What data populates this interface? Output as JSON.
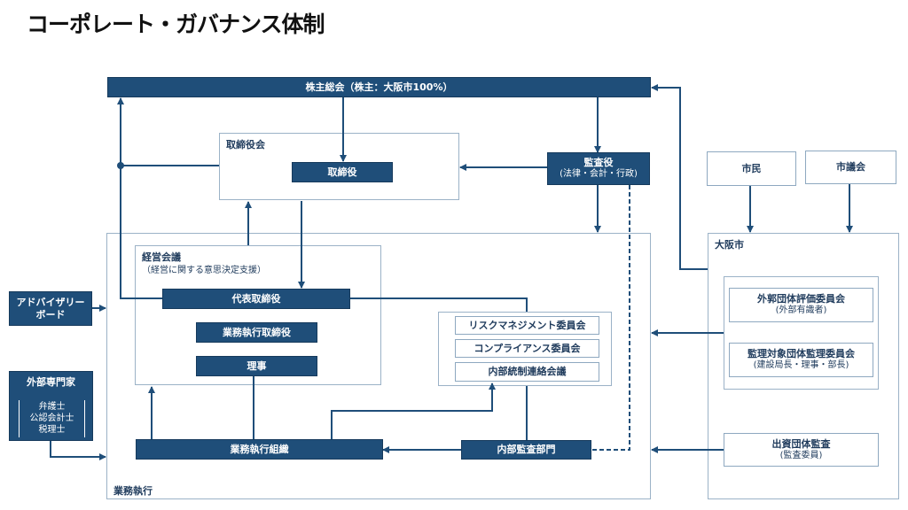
{
  "title": "コーポレート・ガバナンス体制",
  "shareholders_meeting": "株主総会（株主：大阪市100%）",
  "board_frame_label": "取締役会",
  "director": "取締役",
  "auditor": {
    "title": "監査役",
    "sub": "(法律・会計・行政)"
  },
  "citizens": "市民",
  "city_council": "市議会",
  "osaka_city": {
    "label": "大阪市",
    "evaluation_committee": {
      "title": "外郭団体評価委員会",
      "sub": "(外部有識者)"
    },
    "supervision_committee": {
      "title": "監理対象団体監理委員会",
      "sub": "(建設局長・理事・部長)"
    },
    "investment_audit": {
      "title": "出資団体監査",
      "sub": "(監査委員)"
    }
  },
  "business_execution_label": "業務執行",
  "management_meeting": {
    "label": "経営会議",
    "sub": "（経営に関する意思決定支援）"
  },
  "representative_director": "代表取締役",
  "executive_director": "業務執行取締役",
  "board_member": "理事",
  "execution_org": "業務執行組織",
  "internal_audit": "内部監査部門",
  "committees": [
    "リスクマネジメント委員会",
    "コンプライアンス委員会",
    "内部統制連絡会議"
  ],
  "advisory_board": [
    "アドバイザリー",
    "ボード"
  ],
  "external_experts": {
    "title": "外部専門家",
    "members": [
      "弁護士",
      "公認会計士",
      "税理士"
    ]
  },
  "colors": {
    "dark": "#1f4e79",
    "line": "#1f4e79",
    "frame": "#9bb2c7"
  }
}
